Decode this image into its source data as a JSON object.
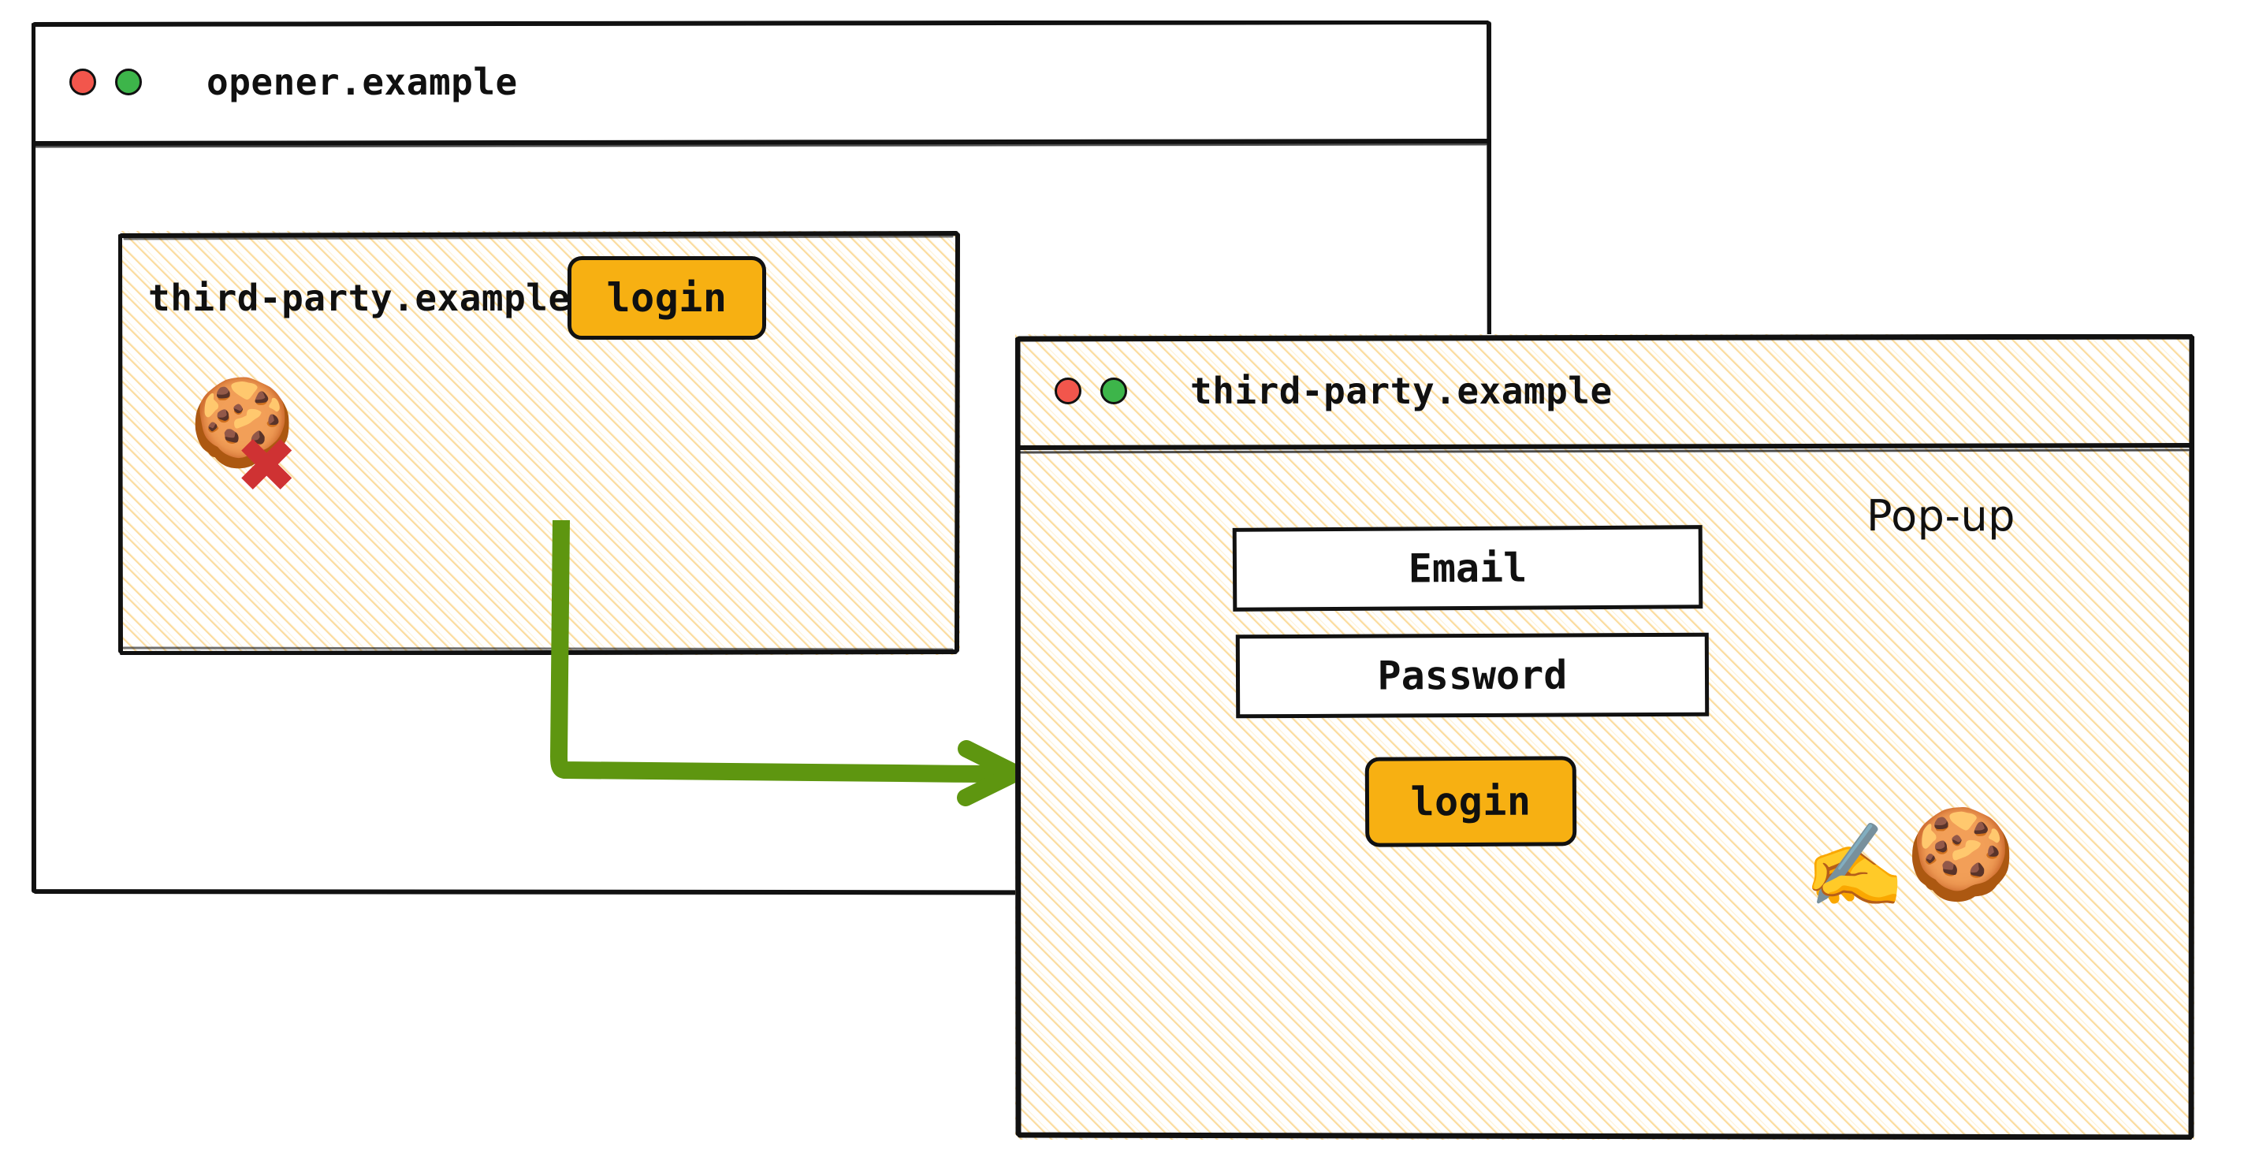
{
  "diagram": {
    "colors": {
      "accent_orange": "#F7B012",
      "arrow_green": "#5E9610",
      "cross_red": "#CF3233",
      "dot_red": "#F2564C",
      "dot_green": "#3DB54A",
      "hatch_amber": "#FBE0A0",
      "stroke_black": "#111111"
    }
  },
  "opener_window": {
    "title": "opener.example",
    "traffic_lights": [
      "close-dot",
      "maximize-dot"
    ],
    "iframe": {
      "label": "third-party.example iframe",
      "cookie_icon": "🍪",
      "blocked_icon": "✖",
      "login_button": "login"
    }
  },
  "flow": {
    "arrow_label": "",
    "arrow_icon": "arrow-right"
  },
  "popup_window": {
    "title": "third-party.example",
    "traffic_lights": [
      "close-dot",
      "maximize-dot"
    ],
    "annotation": "Pop-up",
    "fields": [
      {
        "name": "email",
        "value": "Email"
      },
      {
        "name": "password",
        "value": "Password"
      }
    ],
    "login_button": "login",
    "write_icon": "✍️",
    "cookie_icon": "🍪"
  }
}
